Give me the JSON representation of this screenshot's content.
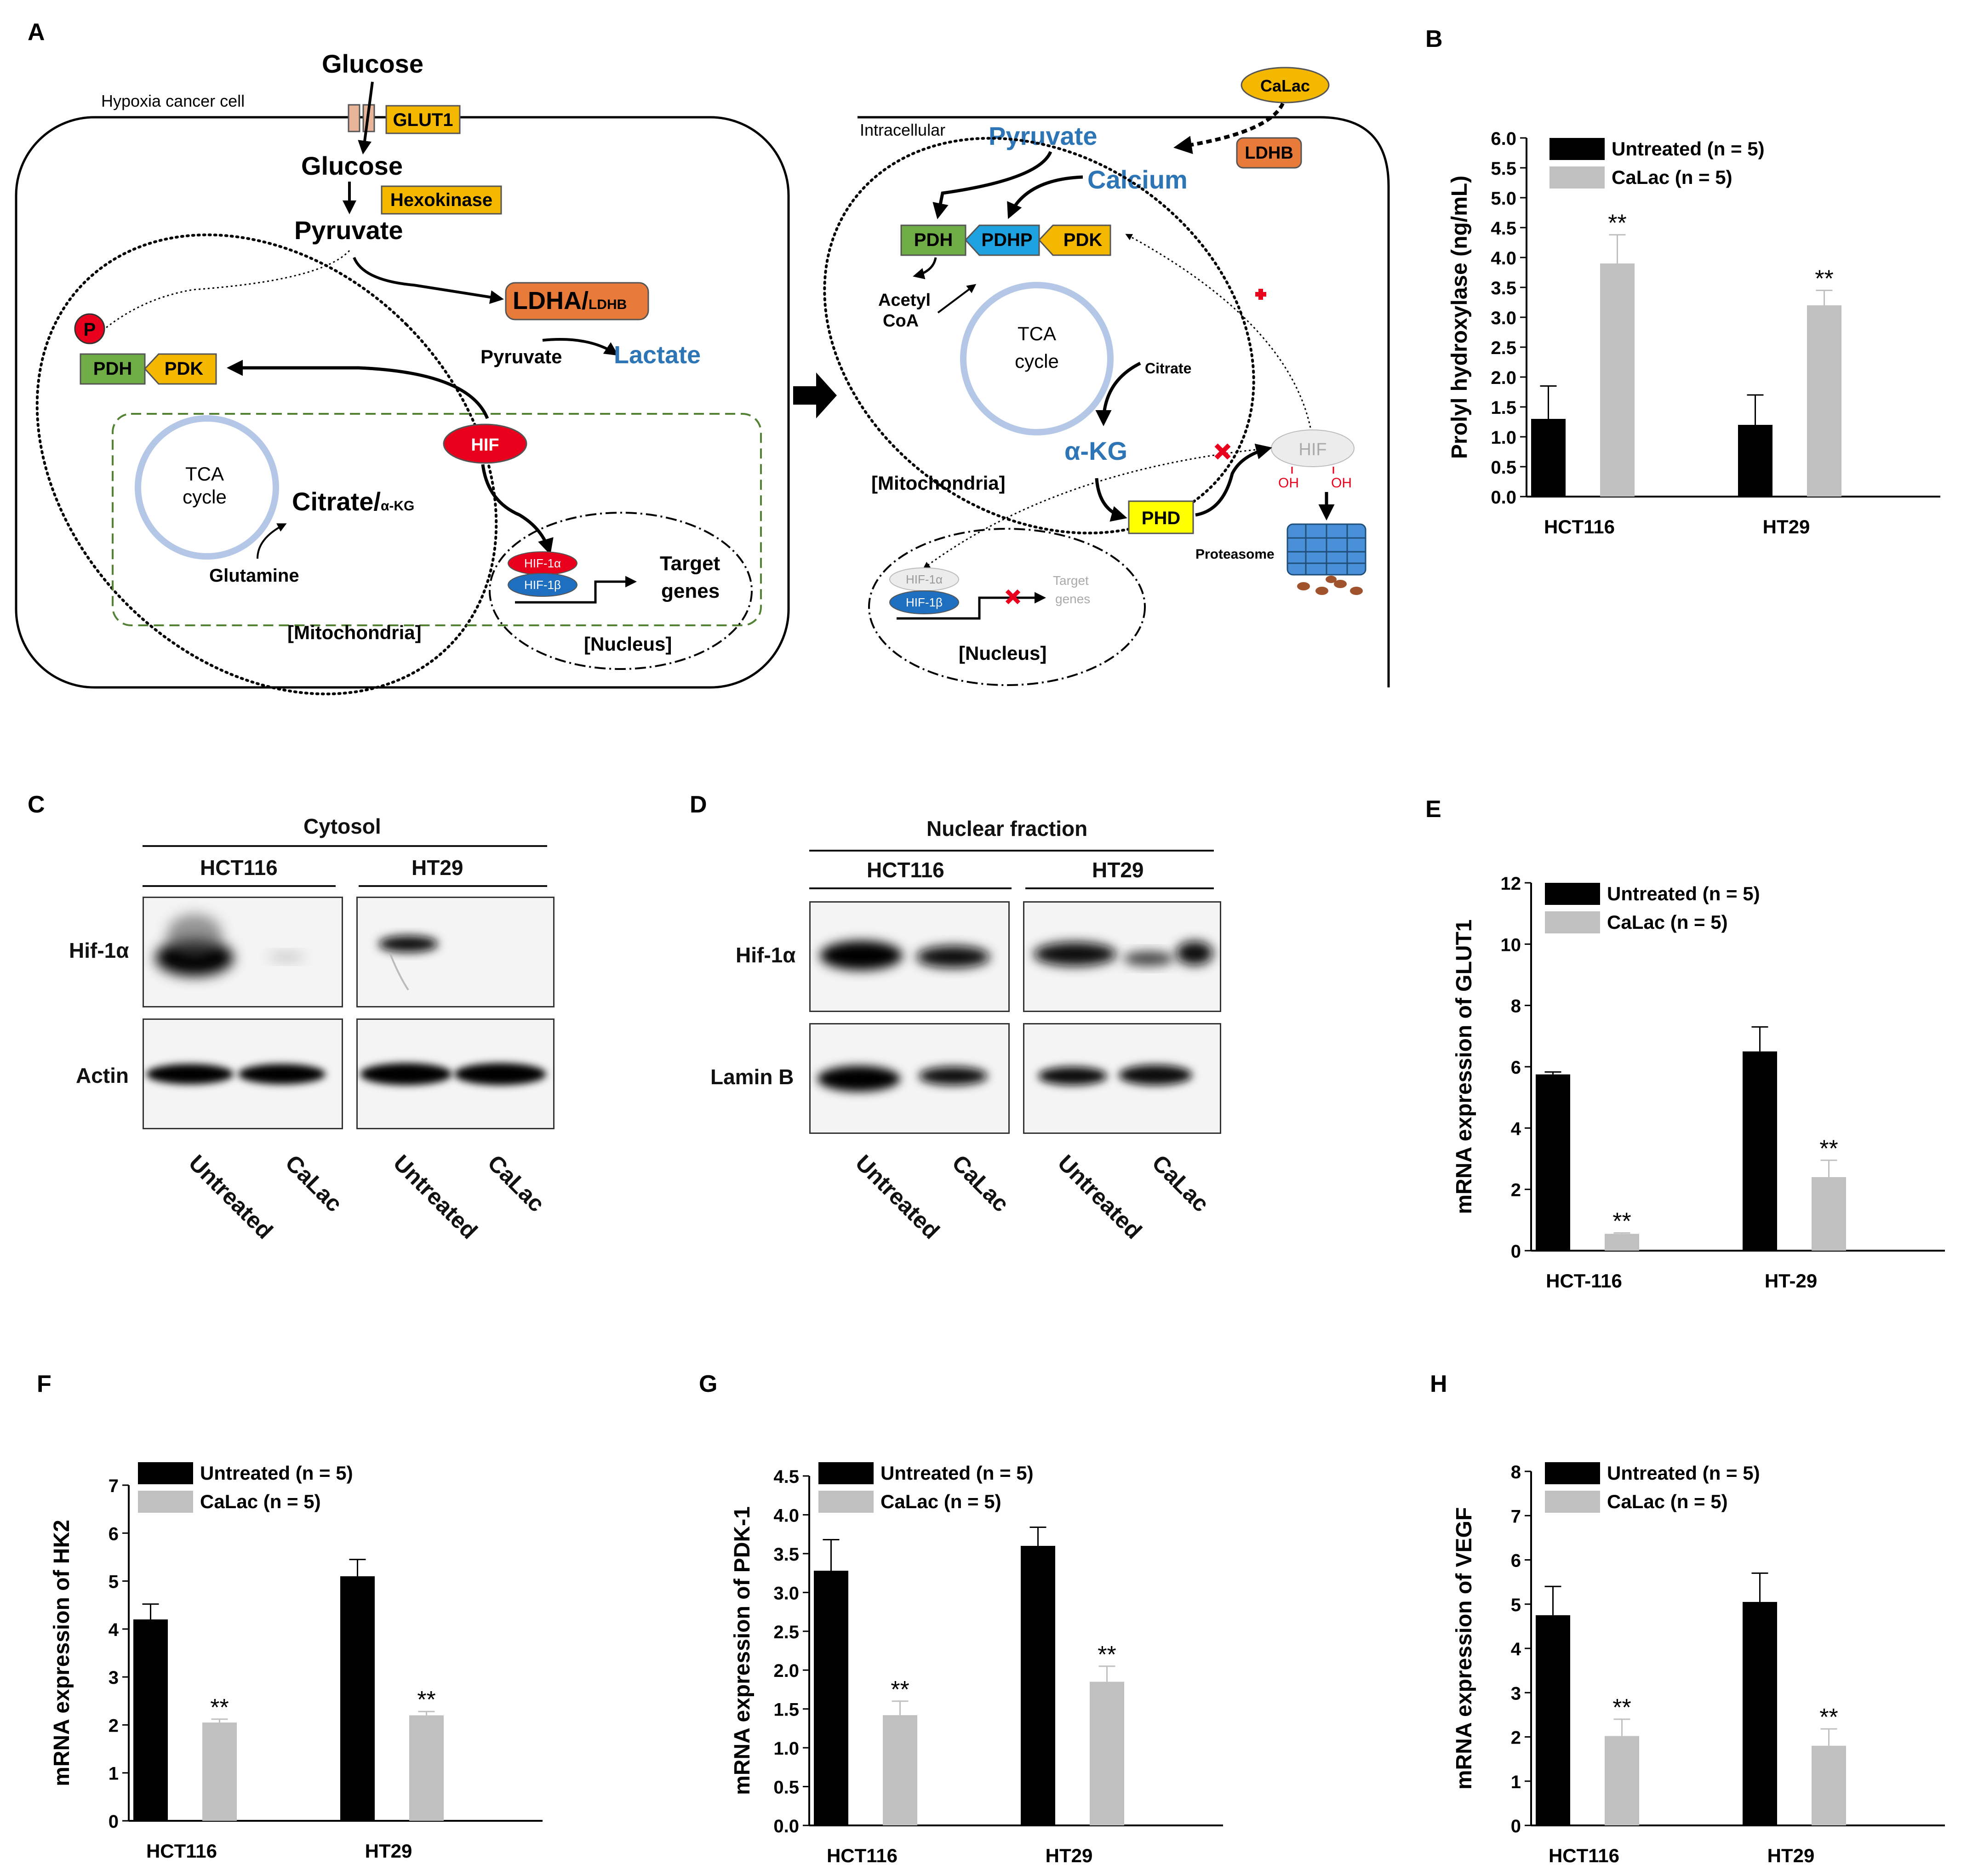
{
  "panel_labels": {
    "A": "A",
    "B": "B",
    "C": "C",
    "D": "D",
    "E": "E",
    "F": "F",
    "G": "G",
    "H": "H"
  },
  "diagram_left": {
    "cell_label": "Hypoxia cancer cell",
    "glucose_out": "Glucose",
    "glut1": "GLUT1",
    "glucose_in": "Glucose",
    "hexokinase": "Hexokinase",
    "pyruvate": "Pyruvate",
    "ldha": "LDHA/",
    "ldha_sub": "LDHB",
    "pyruvate2": "Pyruvate",
    "lactate": "Lactate",
    "p": "P",
    "pdh": "PDH",
    "pdk": "PDK",
    "hif": "HIF",
    "tca1": "TCA",
    "tca2": "cycle",
    "citrate": "Citrate/",
    "citrate_sub": "α-KG",
    "glutamine": "Glutamine",
    "hif1a": "HIF-1α",
    "hif1b": "HIF-1β",
    "target1": "Target",
    "target2": "genes",
    "mito": "[Mitochondria]",
    "nucleus": "[Nucleus]"
  },
  "diagram_right": {
    "calac": "CaLac",
    "intracellular": "Intracellular",
    "pyruvate": "Pyruvate",
    "ldhb": "LDHB",
    "calcium": "Calcium",
    "pdh": "PDH",
    "pdhp": "PDHP",
    "pdk": "PDK",
    "acetyl1": "Acetyl",
    "acetyl2": "CoA",
    "tca1": "TCA",
    "tca2": "cycle",
    "citrate": "Citrate",
    "akg": "α-KG",
    "hif": "HIF",
    "oh1": "OH",
    "oh2": "OH",
    "mito": "[Mitochondria]",
    "phd": "PHD",
    "proteasome": "Proteasome",
    "hif1a": "HIF-1α",
    "hif1b": "HIF-1β",
    "target1": "Target",
    "target2": "genes",
    "nucleus": "[Nucleus]"
  },
  "blots": {
    "C": {
      "title": "Cytosol",
      "groups": [
        "HCT116",
        "HT29"
      ],
      "rows": [
        "Hif-1α",
        "Actin"
      ],
      "lanes": [
        "Untreated",
        "CaLac",
        "Untreated",
        "CaLac"
      ]
    },
    "D": {
      "title": "Nuclear fraction",
      "groups": [
        "HCT116",
        "HT29"
      ],
      "rows": [
        "Hif-1α",
        "Lamin B"
      ],
      "lanes": [
        "Untreated",
        "CaLac",
        "Untreated",
        "CaLac"
      ]
    }
  },
  "colors": {
    "untreated": "#000000",
    "calac": "#c0c0c0",
    "glut": "#f5b800",
    "ldh": "#e87b3a",
    "pdh": "#70ad47",
    "pdhp": "#1fa3e0",
    "hif": "#e8001c",
    "hif1b": "#1f6fc0",
    "phd": "#ffff00",
    "blue_text": "#2e75b6"
  },
  "chart_data": [
    {
      "panel": "B",
      "type": "bar",
      "categories": [
        "HCT116",
        "HT29"
      ],
      "ylabel": "Prolyl hydroxylase (ng/mL)",
      "ylim": [
        0,
        6.0
      ],
      "yticks": [
        "0.0",
        "0.5",
        "1.0",
        "1.5",
        "2.0",
        "2.5",
        "3.0",
        "3.5",
        "4.0",
        "4.5",
        "5.0",
        "5.5",
        "6.0"
      ],
      "series": [
        {
          "name": "Untreated (n = 5)",
          "values": [
            1.3,
            1.2
          ],
          "errors": [
            0.55,
            0.5
          ],
          "sig": [
            "",
            ""
          ]
        },
        {
          "name": "CaLac (n = 5)",
          "values": [
            3.9,
            3.2
          ],
          "errors": [
            0.48,
            0.25
          ],
          "sig": [
            "**",
            "**"
          ]
        }
      ]
    },
    {
      "panel": "E",
      "type": "bar",
      "categories": [
        "HCT-116",
        "HT-29"
      ],
      "ylabel": "mRNA expression of GLUT1",
      "ylim": [
        0,
        12
      ],
      "yticks": [
        "0",
        "2",
        "4",
        "6",
        "8",
        "10",
        "12"
      ],
      "series": [
        {
          "name": "Untreated (n = 5)",
          "values": [
            5.75,
            6.5
          ],
          "errors": [
            0.08,
            0.8
          ],
          "sig": [
            "",
            ""
          ]
        },
        {
          "name": "CaLac (n = 5)",
          "values": [
            0.55,
            2.4
          ],
          "errors": [
            0.03,
            0.55
          ],
          "sig": [
            "**",
            "**"
          ]
        }
      ]
    },
    {
      "panel": "F",
      "type": "bar",
      "categories": [
        "HCT116",
        "HT29"
      ],
      "ylabel": "mRNA expression of HK2",
      "ylim": [
        0,
        7
      ],
      "yticks": [
        "0",
        "1",
        "2",
        "3",
        "4",
        "5",
        "6",
        "7"
      ],
      "series": [
        {
          "name": "Untreated (n = 5)",
          "values": [
            4.2,
            5.1
          ],
          "errors": [
            0.32,
            0.35
          ],
          "sig": [
            "",
            ""
          ]
        },
        {
          "name": "CaLac (n = 5)",
          "values": [
            2.05,
            2.2
          ],
          "errors": [
            0.07,
            0.08
          ],
          "sig": [
            "**",
            "**"
          ]
        }
      ]
    },
    {
      "panel": "G",
      "type": "bar",
      "categories": [
        "HCT116",
        "HT29"
      ],
      "ylabel": "mRNA expression of PDK-1",
      "ylim": [
        0,
        4.5
      ],
      "yticks": [
        "0.0",
        "0.5",
        "1.0",
        "1.5",
        "2.0",
        "2.5",
        "3.0",
        "3.5",
        "4.0",
        "4.5"
      ],
      "series": [
        {
          "name": "Untreated (n = 5)",
          "values": [
            3.28,
            3.6
          ],
          "errors": [
            0.4,
            0.24
          ],
          "sig": [
            "",
            ""
          ]
        },
        {
          "name": "CaLac (n = 5)",
          "values": [
            1.42,
            1.85
          ],
          "errors": [
            0.18,
            0.2
          ],
          "sig": [
            "**",
            "**"
          ]
        }
      ]
    },
    {
      "panel": "H",
      "type": "bar",
      "categories": [
        "HCT116",
        "HT29"
      ],
      "ylabel": "mRNA expression of VEGF",
      "ylim": [
        0,
        8
      ],
      "yticks": [
        "0",
        "1",
        "2",
        "3",
        "4",
        "5",
        "6",
        "7",
        "8"
      ],
      "series": [
        {
          "name": "Untreated (n = 5)",
          "values": [
            4.75,
            5.05
          ],
          "errors": [
            0.65,
            0.65
          ],
          "sig": [
            "",
            ""
          ]
        },
        {
          "name": "CaLac (n = 5)",
          "values": [
            2.02,
            1.8
          ],
          "errors": [
            0.38,
            0.38
          ],
          "sig": [
            "**",
            "**"
          ]
        }
      ]
    }
  ]
}
